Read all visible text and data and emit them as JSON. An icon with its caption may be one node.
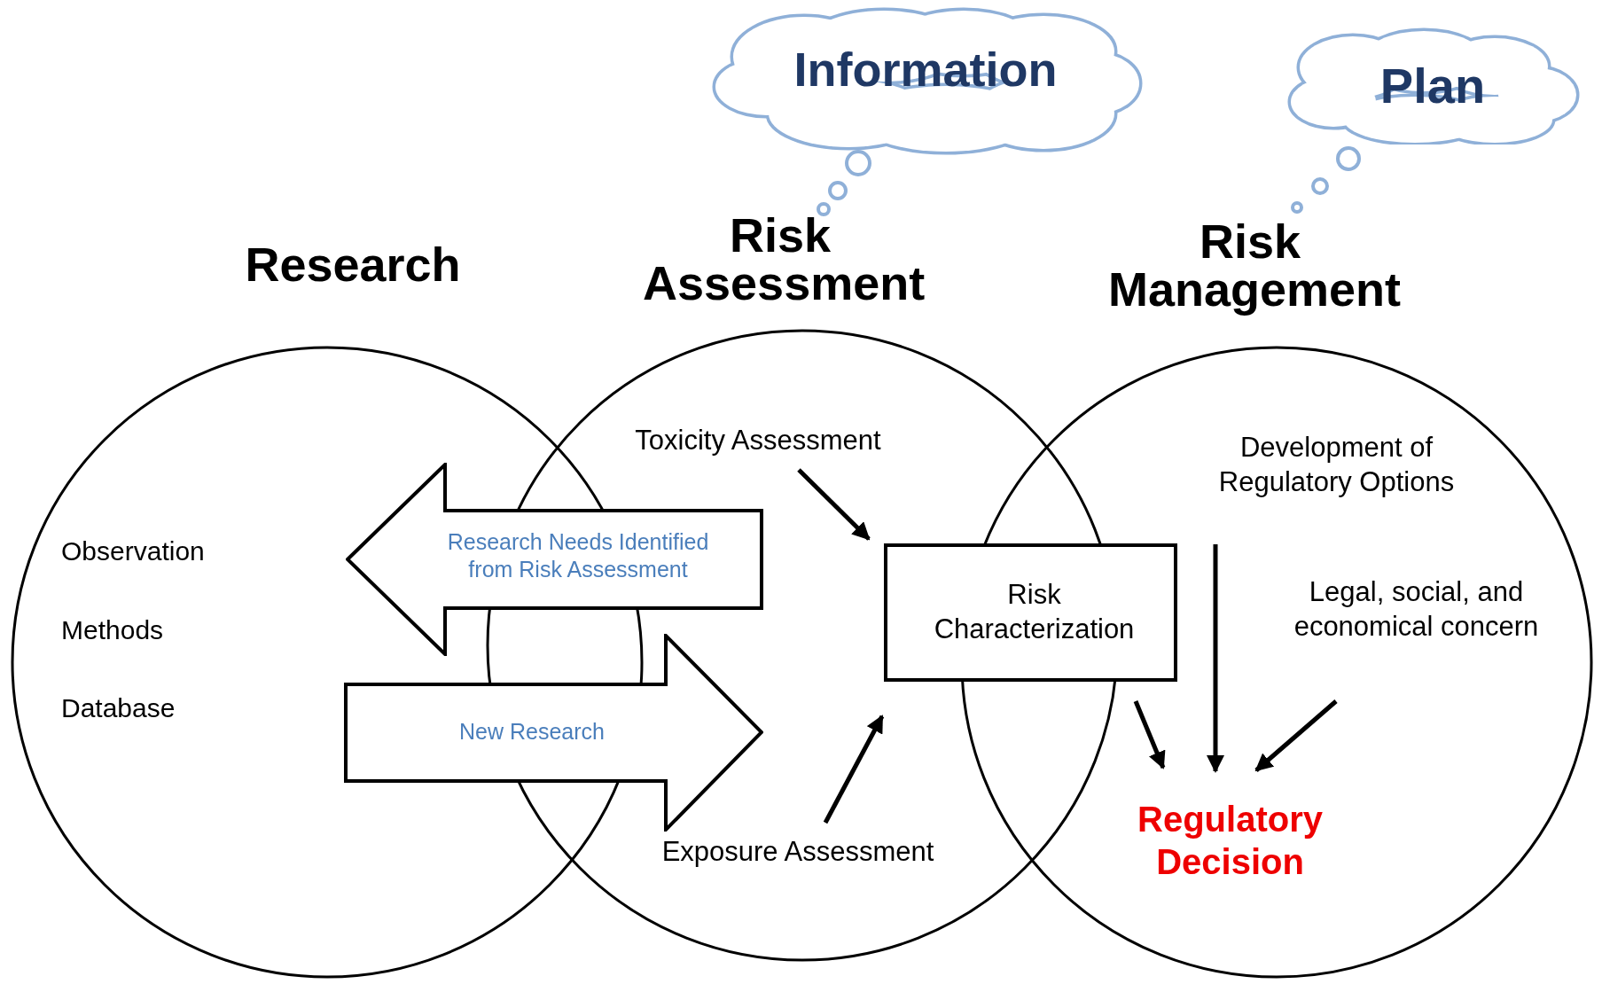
{
  "diagram": {
    "nodes": [
      {
        "text": [
          "Research",
          "Observation",
          "Methods",
          "Database"
        ]
      },
      {
        "text": [
          "Risk Assessment"
        ]
      },
      {
        "text": [
          "Risk Management"
        ]
      },
      {
        "text": [
          "Information"
        ]
      },
      {
        "text": [
          "Plan"
        ]
      },
      {
        "text": [
          "Research Needs Identified from Risk Assessment"
        ]
      },
      {
        "text": [
          "New Research"
        ]
      },
      {
        "text": [
          "Toxicity Assessment"
        ],
        "in": 1
      },
      {
        "text": [
          "Risk Characterization"
        ]
      },
      {
        "text": [
          "Exposure Assessment"
        ],
        "in": 1
      },
      {
        "text": [
          "Development of Regulatory Options"
        ],
        "in": 2
      },
      {
        "text": [
          "Legal, social, and economical concern"
        ],
        "in": 2
      },
      {
        "text": [
          "Regulatory Decision"
        ],
        "in": 2
      }
    ],
    "edges": [
      {
        "from": 7,
        "to": 8,
        "arrow": "to"
      },
      {
        "from": 9,
        "to": 8,
        "arrow": "to"
      },
      {
        "from": 8,
        "to": 12,
        "arrow": "to"
      },
      {
        "from": 10,
        "to": 12,
        "arrow": "to"
      },
      {
        "from": 11,
        "to": 12,
        "arrow": "to"
      }
    ]
  }
}
